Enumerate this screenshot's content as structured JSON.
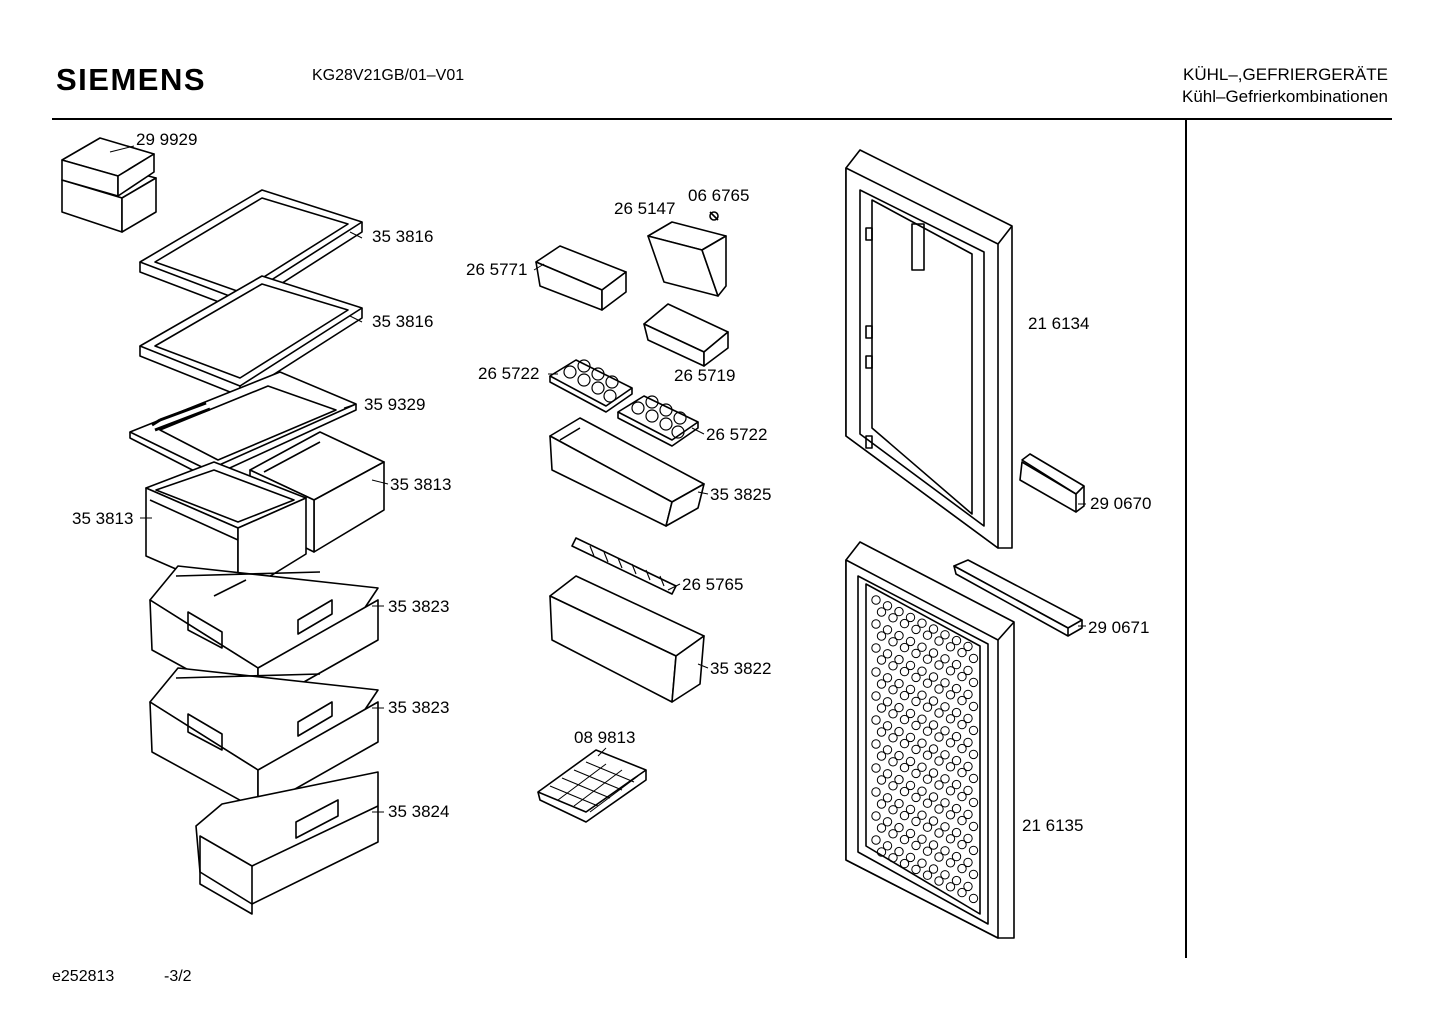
{
  "header": {
    "brand": "SIEMENS",
    "model": "KG28V21GB/01–V01",
    "category_1": "KÜHL–,GEFRIERGERÄTE",
    "category_2": "Kühl–Gefrierkombinationen"
  },
  "footer": {
    "drawing_id": "e252813",
    "page": "-3/2"
  },
  "parts": {
    "butter_box": "29 9929",
    "glass_shelf_1": "35 3816",
    "glass_shelf_2": "35 3816",
    "cover_plate": "35 9329",
    "crisper_right": "35 3813",
    "crisper_left": "35 3813",
    "drawer_1": "35 3823",
    "drawer_2": "35 3823",
    "drawer_3": "35 3824",
    "cover_lid": "26 5147",
    "screw": "06 6765",
    "small_tray": "26 5771",
    "small_bin": "26 5719",
    "egg_tray_1": "26 5722",
    "egg_tray_2": "26 5722",
    "door_shelf_1": "35 3825",
    "bottle_rail": "26 5765",
    "door_shelf_2": "35 3822",
    "ice_tray": "08 9813",
    "fridge_door": "21 6134",
    "handle_upper": "29 0670",
    "handle_lower": "29 0671",
    "freezer_door": "21 6135"
  }
}
